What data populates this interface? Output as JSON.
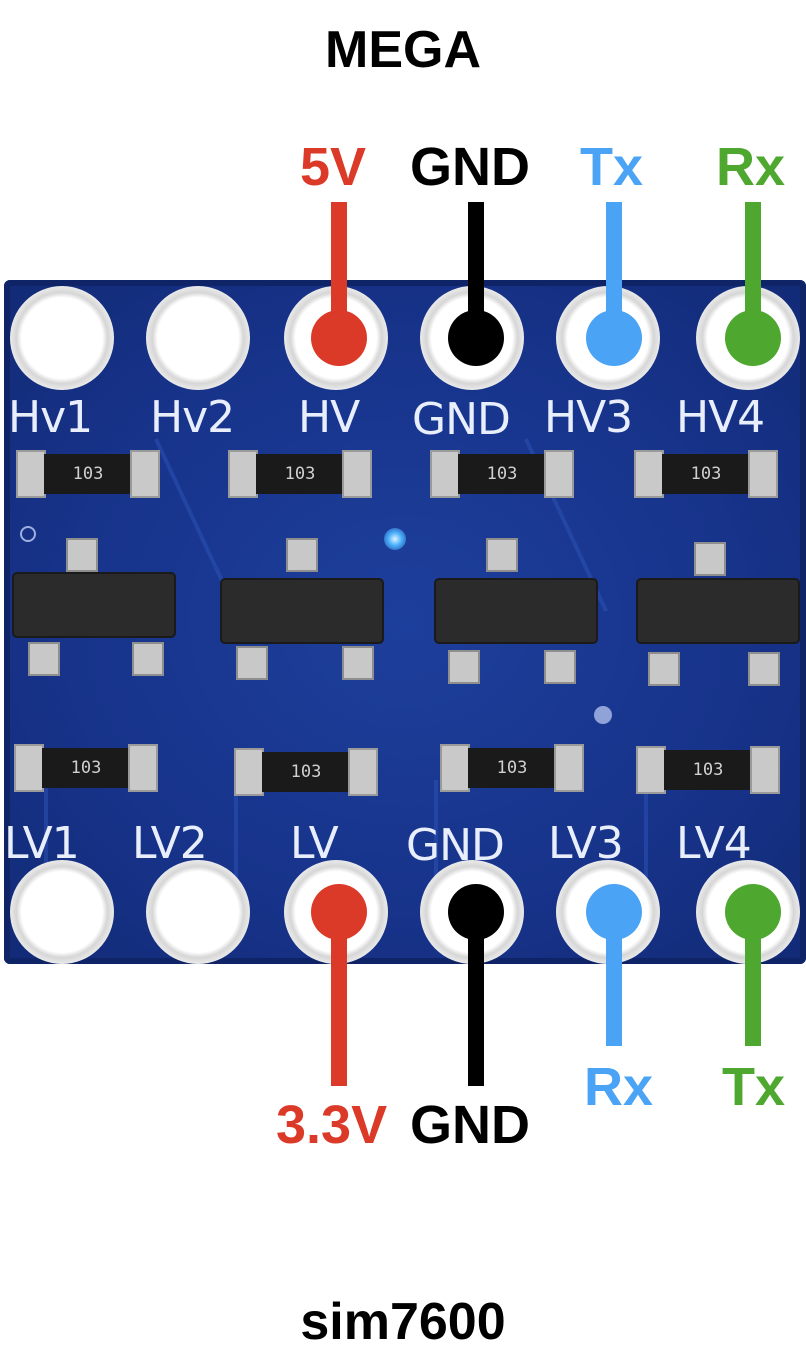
{
  "title_top": "MEGA",
  "title_bottom": "sim7600",
  "colors": {
    "red": "#dc3a28",
    "black": "#000000",
    "blue": "#4aa3f5",
    "green": "#4ea72f",
    "board": "#17338a"
  },
  "top_labels": {
    "pin_5v": "5V",
    "pin_gnd": "GND",
    "pin_tx": "Tx",
    "pin_rx": "Rx"
  },
  "bottom_labels": {
    "pin_33v": "3.3V",
    "pin_gnd": "GND",
    "pin_rx": "Rx",
    "pin_tx": "Tx"
  },
  "board": {
    "silk_top": [
      "Hv1",
      "Hv2",
      "HV",
      "GND",
      "HV3",
      "HV4"
    ],
    "silk_bottom": [
      "LV1",
      "LV2",
      "LV",
      "GND",
      "LV3",
      "LV4"
    ],
    "resistor_code": "103"
  }
}
